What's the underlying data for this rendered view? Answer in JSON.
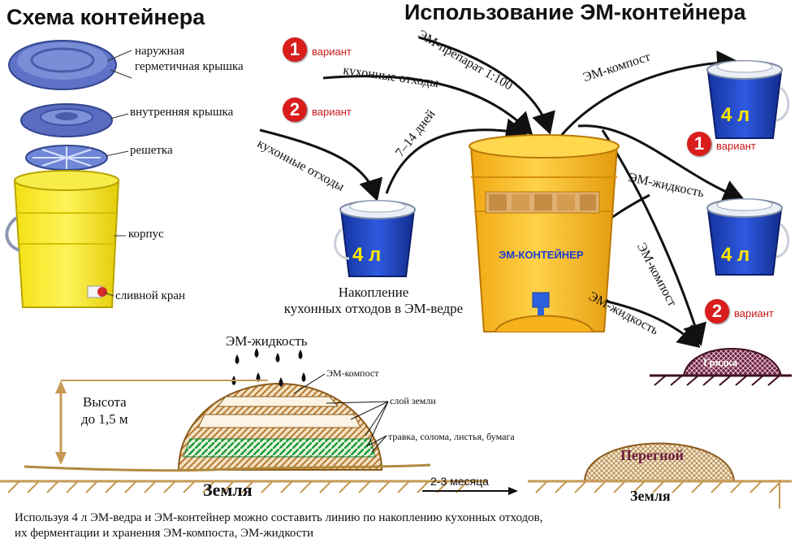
{
  "schema": {
    "title": "Схема контейнера",
    "parts": {
      "outer_lid": "наружная\nгерметичная крышка",
      "inner_lid": "внутренняя крышка",
      "grate": "решетка",
      "body": "корпус",
      "tap": "сливной кран"
    }
  },
  "usage": {
    "title": "Использование ЭМ-контейнера",
    "badge1": "1",
    "badge2": "2",
    "variant": "вариант",
    "kitchen_waste": "кухонные отходы",
    "em_prep": "ЭМ-препарат 1:100",
    "days": "7–14 дней",
    "em_compost": "ЭМ-компост",
    "em_liquid": "ЭМ-жидкость",
    "bucket_label": "4 л",
    "container_label": "ЭМ-КОНТЕЙНЕР",
    "accumulation": "Накопление\nкухонных отходов в ЭМ-ведре",
    "bed": "Грядка"
  },
  "pile": {
    "em_liquid": "ЭМ-жидкость",
    "em_compost": "ЭМ-компост",
    "soil_layer": "слой земли",
    "grass": "травка, солома, листья, бумага",
    "height": "Высота\nдо 1,5 м",
    "ground": "Земля",
    "period": "2-3 месяца",
    "humus": "Перегной",
    "ground2": "Земля"
  },
  "caption": "Используя 4 л ЭМ-ведра и ЭМ-контейнер можно составить линию по накоплению кухонных отходов,\nих ферментации и хранения ЭМ-компоста, ЭМ-жидкости",
  "colors": {
    "accent_red": "#d91c1c",
    "bucket_blue": "#1d3fc4",
    "container_yellow": "#f7c21e",
    "lid_blue": "#4f63b8"
  }
}
